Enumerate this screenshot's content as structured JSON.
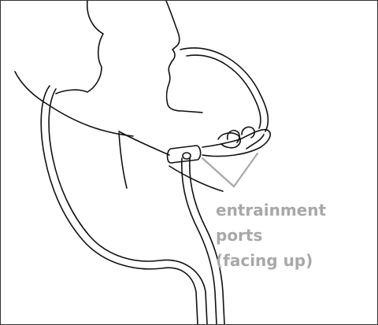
{
  "annotation": {
    "lines": [
      "entrainment",
      "ports",
      "(facing up)"
    ]
  },
  "colors": {
    "line_art": "#111111",
    "callout": "#a8a8a8",
    "frame": "#333333"
  }
}
